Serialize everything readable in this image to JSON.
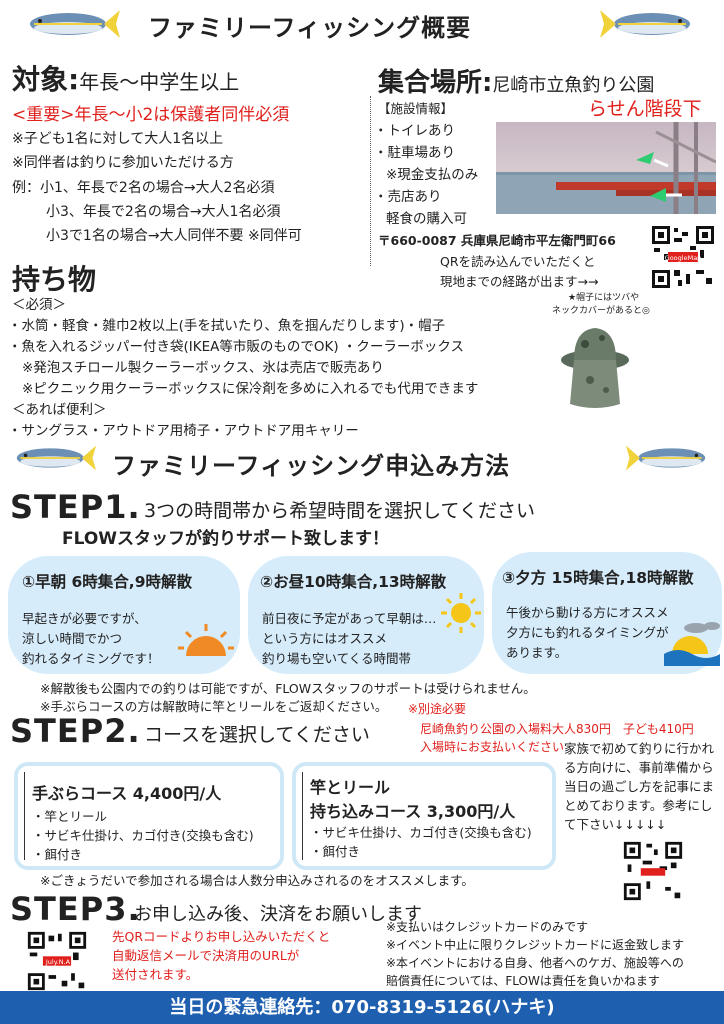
{
  "header": {
    "title": "ファミリーフィッシング概要"
  },
  "target": {
    "label": "対象:",
    "value": "年長〜中学生以上",
    "important": "<重要>年長〜小2は保護者同伴必須",
    "notes": [
      "※子ども1名に対して大人1名以上",
      "※同伴者は釣りに参加いただける方",
      "例：小1、年長で2名の場合→大人2名必須",
      "小3、年長で2名の場合→大人1名必須",
      "小3で1名の場合→大人同伴不要 ※同伴可"
    ]
  },
  "meeting": {
    "label": "集合場所:",
    "place": "尼崎市立魚釣り公園",
    "spot": "らせん階段下",
    "facility_header": "【施設情報】",
    "facilities": [
      "・トイレあり",
      "・駐車場あり",
      "※現金支払のみ",
      "・売店あり",
      "軽食の購入可"
    ],
    "address": "〒660-0087 兵庫県尼崎市平左衛門町66",
    "qr_note_1": "QRを読み込んでいただくと",
    "qr_note_2": "現地までの経路が出ます→→",
    "qr_tag": "GoogleMap"
  },
  "belongings": {
    "label": "持ち物",
    "required_header": "＜必須＞",
    "required": [
      "・水筒・軽食・雑巾2枚以上(手を拭いたり、魚を掴んだりします)・帽子",
      "・魚を入れるジッパー付き袋(IKEA等市販のものでOK) ・クーラーボックス",
      "※発泡スチロール製クーラーボックス、氷は売店で販売あり",
      "※ピクニック用クーラーボックスに保冷剤を多めに入れるでも代用できます"
    ],
    "optional_header": "＜あれば便利＞",
    "optional": [
      "・サングラス・アウトドア用椅子・アウトドア用キャリー"
    ],
    "hat_note_1": "★帽子にはツバや",
    "hat_note_2": "ネックカバーがあると◎"
  },
  "apply": {
    "title": "ファミリーフィッシング申込み方法",
    "step1": {
      "label": "STEP1.",
      "text1": "3つの時間帯から希望時間を選択してください",
      "text2": "FLOWスタッフが釣りサポート致します！",
      "slots": [
        {
          "title": "①早朝 6時集合,9時解散",
          "lines": [
            "早起きが必要ですが、",
            "涼しい時間でかつ",
            "釣れるタイミングです！"
          ]
        },
        {
          "title": "②お昼10時集合,13時解散",
          "lines": [
            "前日夜に予定があって早朝は…",
            "という方にはオススメ",
            "釣り場も空いてくる時間帯"
          ]
        },
        {
          "title": "③夕方 15時集合,18時解散",
          "lines": [
            "午後から動ける方にオススメ",
            "夕方にも釣れるタイミングが",
            "あります。"
          ]
        }
      ],
      "notes": [
        "※解散後も公園内での釣りは可能ですが、FLOWスタッフのサポートは受けられません。",
        "※手ぶらコースの方は解散時に竿とリールをご返却ください。"
      ]
    },
    "step2": {
      "label": "STEP2.",
      "text": "コースを選択してください",
      "fee_header": "※別途必要",
      "fee_line1": "尼崎魚釣り公園の入場料大人830円　子ども410円",
      "fee_line2": "入場時にお支払いください",
      "course1": {
        "title": "手ぶらコース 4,400円/人",
        "items": [
          "・竿とリール",
          "・サビキ仕掛け、カゴ付き(交換も含む)",
          "・餌付き"
        ]
      },
      "course2": {
        "title1": "竿とリール",
        "title2": "持ち込みコース 3,300円/人",
        "items": [
          "・サビキ仕掛け、カゴ付き(交換も含む)",
          "・餌付き"
        ]
      },
      "side_text": [
        "家族で初めて釣りに行かれ",
        "る方向けに、事前準備から",
        "当日の過ごし方を記事にま",
        "とめております。参考にし",
        "て下さい↓↓↓↓↓"
      ],
      "sibling_note": "※ごきょうだいで参加される場合は人数分申込みされるのをオススメします。"
    },
    "step3": {
      "label": "STEP3.",
      "text": "お申し込み後、決済をお願いします",
      "qr_note": [
        "先QRコードよりお申し込みいただくと",
        "自動返信メールで決済用のURLが",
        "送付されます。"
      ],
      "qr_tag": "July.N.A",
      "payment_notes": [
        "※支払いはクレジットカードのみです",
        "※イベント中止に限りクレジットカードに返金致します",
        "※本イベントにおける自身、他者へのケガ、施設等への",
        "賠償責任については、FLOWは責任を負いかねます"
      ]
    }
  },
  "footer": {
    "text": "当日の緊急連絡先：070-8319-5126(ハナキ)"
  },
  "colors": {
    "accent_red": "#e0201c",
    "pill_blue": "#d6ecfb",
    "footer_blue": "#1e5fb0"
  }
}
